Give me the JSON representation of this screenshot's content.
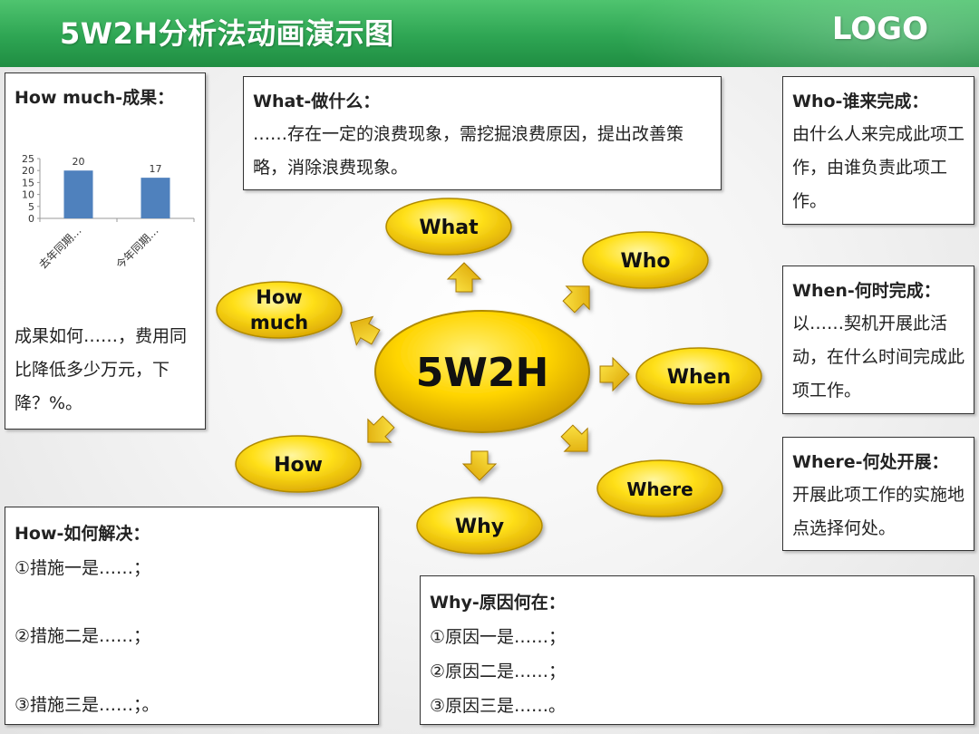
{
  "header": {
    "title": "5W2H分析法动画演示图",
    "logo": "LOGO"
  },
  "center": {
    "label": "5W2H"
  },
  "nodes": {
    "what": "What",
    "who": "Who",
    "when": "When",
    "where": "Where",
    "why": "Why",
    "how": "How",
    "how_much_line1": "How",
    "how_much_line2": "much"
  },
  "boxes": {
    "how_much": {
      "heading": "How much-成果：",
      "text": "成果如何……，费用同比降低多少万元，下降？%。"
    },
    "what": {
      "heading": "What-做什么：",
      "text": "……存在一定的浪费现象，需挖掘浪费原因，提出改善策略，消除浪费现象。"
    },
    "who": {
      "heading": "Who-谁来完成：",
      "text": "由什么人来完成此项工作，由谁负责此项工作。"
    },
    "when": {
      "heading": "When-何时完成：",
      "text": "以……契机开展此活动，在什么时间完成此项工作。"
    },
    "where": {
      "heading": "Where-何处开展：",
      "text": "开展此项工作的实施地点选择何处。"
    },
    "how": {
      "heading": "How-如何解决：",
      "items": [
        "①措施一是……；",
        "②措施二是……；",
        "③措施三是……；。"
      ]
    },
    "why": {
      "heading": "Why-原因何在：",
      "items": [
        "①原因一是……；",
        "②原因二是……；",
        "③原因三是……。"
      ]
    }
  },
  "chart_data": {
    "type": "bar",
    "categories": [
      "去年同期…",
      "今年同期…"
    ],
    "values": [
      20,
      17
    ],
    "ylim": [
      0,
      25
    ],
    "yticks": [
      "25",
      "20",
      "15",
      "10",
      "5",
      "0"
    ],
    "color": "#4f81bd",
    "value_labels": [
      "20",
      "17"
    ]
  }
}
